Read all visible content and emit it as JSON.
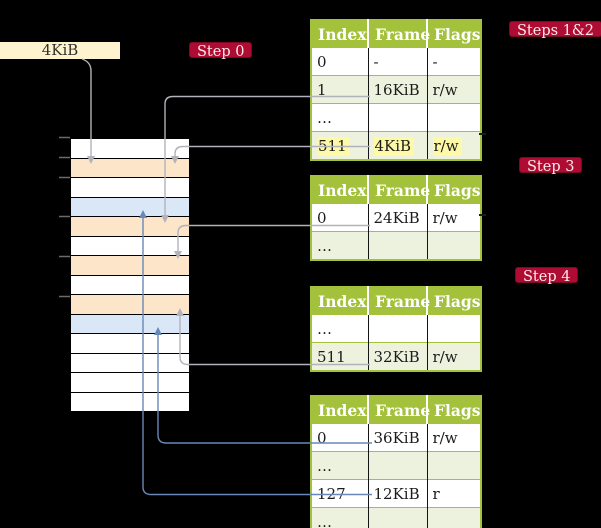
{
  "frame_label": "4KiB",
  "badges": {
    "step0": "Step 0",
    "steps12": "Steps 1&2",
    "step3": "Step 3",
    "step4": "Step 4"
  },
  "table_headers": [
    "Index",
    "Frame",
    "Flags"
  ],
  "memory": {
    "rows": [
      "plain",
      "pagetable",
      "plain",
      "data",
      "pagetable",
      "plain",
      "pagetable",
      "plain",
      "pagetable",
      "data",
      "plain",
      "plain",
      "plain",
      "plain"
    ]
  },
  "tables": [
    {
      "id": "table-steps-1-2",
      "rows": [
        {
          "index": "0",
          "frame": "-",
          "flags": "-",
          "shade": false,
          "highlight": false
        },
        {
          "index": "1",
          "frame": "16KiB",
          "flags": "r/w",
          "shade": true,
          "highlight": false
        },
        {
          "index": "…",
          "frame": "",
          "flags": "",
          "shade": false,
          "highlight": false
        },
        {
          "index": "511",
          "frame": "4KiB",
          "flags": "r/w",
          "shade": true,
          "highlight": true
        }
      ]
    },
    {
      "id": "table-step-3",
      "rows": [
        {
          "index": "0",
          "frame": "24KiB",
          "flags": "r/w",
          "shade": false,
          "highlight": false
        },
        {
          "index": "…",
          "frame": "",
          "flags": "",
          "shade": true,
          "highlight": false
        }
      ]
    },
    {
      "id": "table-step-4",
      "rows": [
        {
          "index": "…",
          "frame": "",
          "flags": "",
          "shade": false,
          "highlight": false
        },
        {
          "index": "511",
          "frame": "32KiB",
          "flags": "r/w",
          "shade": true,
          "highlight": false
        }
      ]
    },
    {
      "id": "table-level-1",
      "rows": [
        {
          "index": "0",
          "frame": "36KiB",
          "flags": "r/w",
          "shade": false,
          "highlight": false
        },
        {
          "index": "…",
          "frame": "",
          "flags": "",
          "shade": true,
          "highlight": false
        },
        {
          "index": "127",
          "frame": "12KiB",
          "flags": "r",
          "shade": false,
          "highlight": false
        },
        {
          "index": "…",
          "frame": "",
          "flags": "",
          "shade": true,
          "highlight": false
        }
      ]
    }
  ],
  "arrows": [
    {
      "from": "label-4KiB",
      "to": "memory-frame-4KiB",
      "color": "gray"
    },
    {
      "from": "table-steps-1-2 entry 1",
      "to": "memory-frame-16KiB",
      "color": "gray"
    },
    {
      "from": "table-steps-1-2 entry 511",
      "to": "memory-frame-4KiB",
      "color": "gray"
    },
    {
      "from": "table-step-3 entry 0",
      "to": "memory-frame-24KiB",
      "color": "gray"
    },
    {
      "from": "table-step-4 entry 511",
      "to": "memory-frame-32KiB",
      "color": "gray"
    },
    {
      "from": "table-level-1 entry 0",
      "to": "memory-frame-36KiB",
      "color": "blue"
    },
    {
      "from": "table-level-1 entry 127",
      "to": "memory-frame-12KiB",
      "color": "blue"
    }
  ],
  "colors": {
    "background": "#000000",
    "header_green": "#a4c13c",
    "row_shade_green": "#edf2de",
    "highlight_yellow": "#fdf9a6",
    "pagetable_frame_orange": "#fde5c9",
    "data_frame_blue": "#d9e7f7",
    "badge_crimson": "#ae0c33",
    "label_cream": "#fdf3cf",
    "arrow_gray": "#b2b2ba",
    "arrow_blue": "#6888b8"
  }
}
